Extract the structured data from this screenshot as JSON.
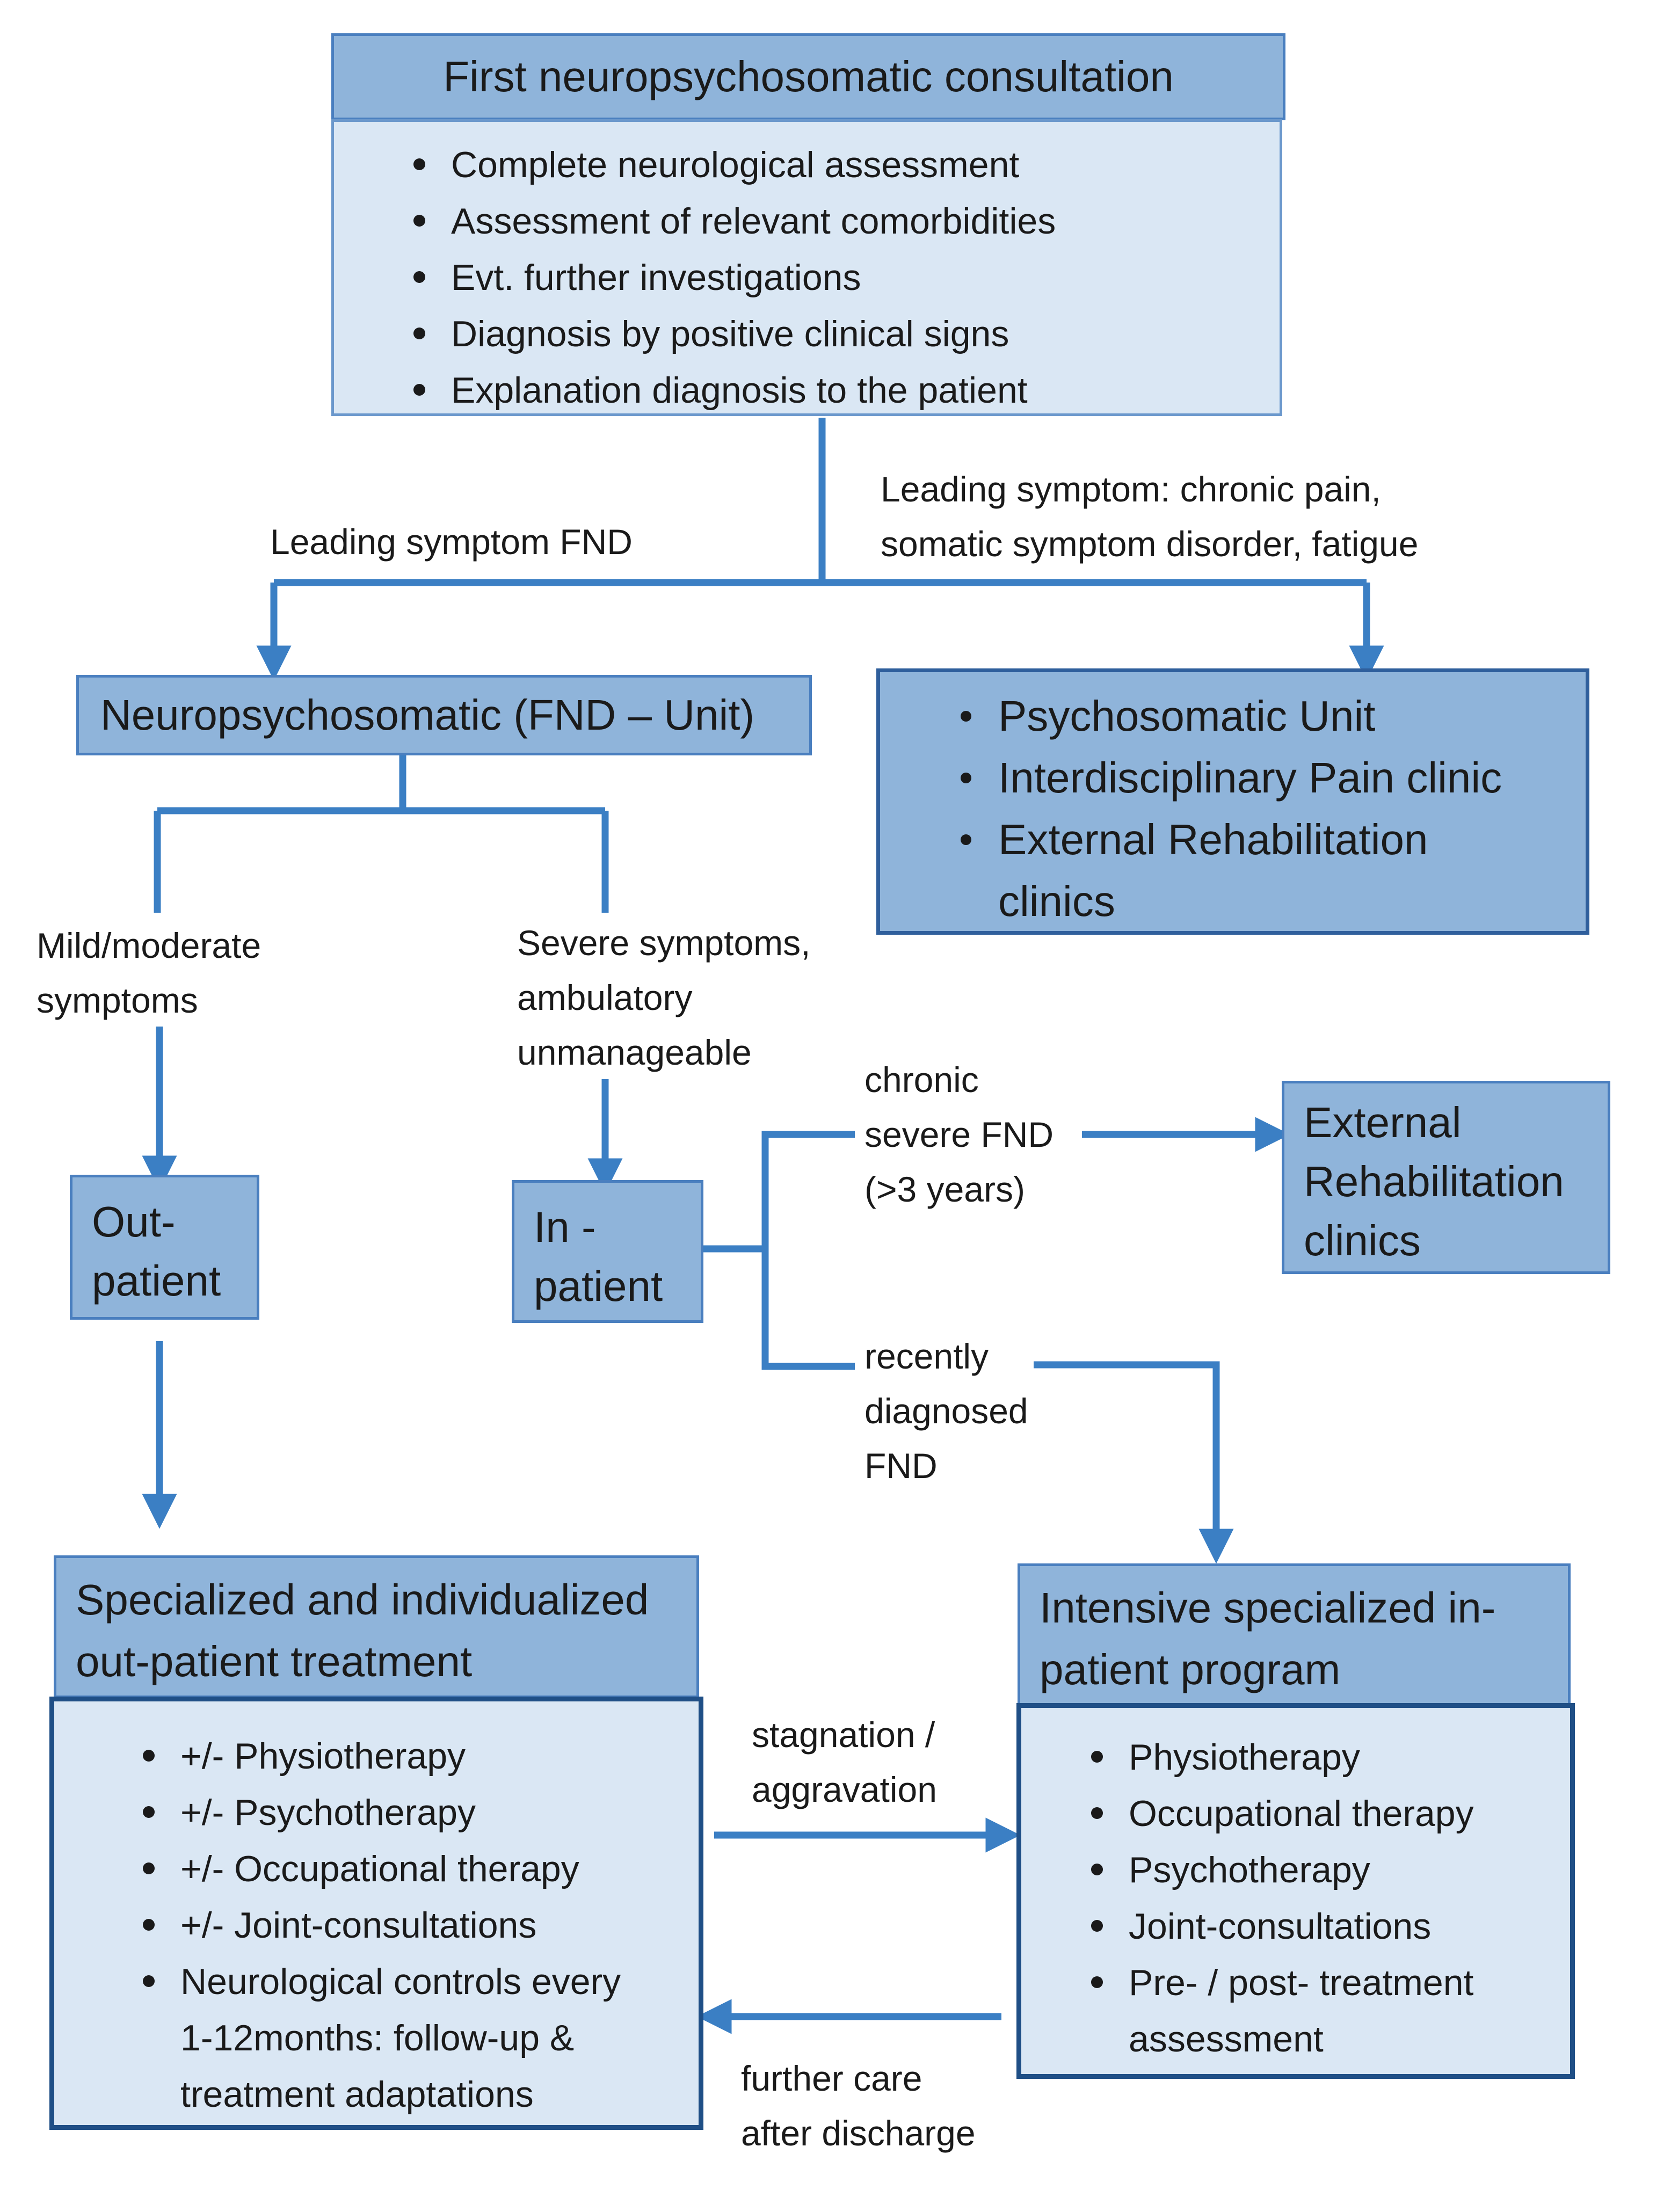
{
  "first_consultation": {
    "title": "First neuropsychosomatic consultation",
    "items": [
      "Complete neurological assessment",
      "Assessment of relevant comorbidities",
      "Evt. further investigations",
      "Diagnosis by positive clinical signs",
      "Explanation diagnosis to the patient"
    ]
  },
  "labels": {
    "leading_fnd": "Leading symptom FND",
    "leading_other_1": "Leading symptom: chronic pain,",
    "leading_other_2": "somatic symptom disorder, fatigue",
    "mild_1": "Mild/moderate",
    "mild_2": "symptoms",
    "severe_1": "Severe symptoms,",
    "severe_2": "ambulatory",
    "severe_3": "unmanageable",
    "chronic_1": "chronic",
    "chronic_2": "severe FND",
    "chronic_3": "(>3 years)",
    "recent_1": "recently",
    "recent_2": "diagnosed",
    "recent_3": "FND",
    "stagnation_1": "stagnation /",
    "stagnation_2": "aggravation",
    "further_1": "further care",
    "further_2": "after discharge"
  },
  "fnd_unit": {
    "title": "Neuropsychosomatic (FND – Unit)"
  },
  "psychosomatic": {
    "items": [
      "Psychosomatic Unit",
      "Interdisciplinary Pain clinic",
      "External Rehabilitation\nclinics"
    ]
  },
  "outpatient": {
    "title": "Out-\npatient"
  },
  "inpatient": {
    "title": "In -\npatient"
  },
  "external_rehab": {
    "title": "External\nRehabilitation\nclinics"
  },
  "outpatient_treatment": {
    "title": "Specialized and individualized\nout-patient treatment",
    "items": [
      "+/- Physiotherapy",
      "+/- Psychotherapy",
      "+/- Occupational therapy",
      "+/- Joint-consultations",
      "Neurological controls every\n1-12months: follow-up &\ntreatment adaptations"
    ]
  },
  "inpatient_program": {
    "title": "Intensive specialized in-\npatient program",
    "items": [
      "Physiotherapy",
      "Occupational therapy",
      "Psychotherapy",
      "Joint-consultations",
      "Pre- / post- treatment\nassessment"
    ]
  },
  "colors": {
    "connector": "#3b7fc4",
    "box_fill": "#8fb4da",
    "box_body": "#dae7f4"
  }
}
